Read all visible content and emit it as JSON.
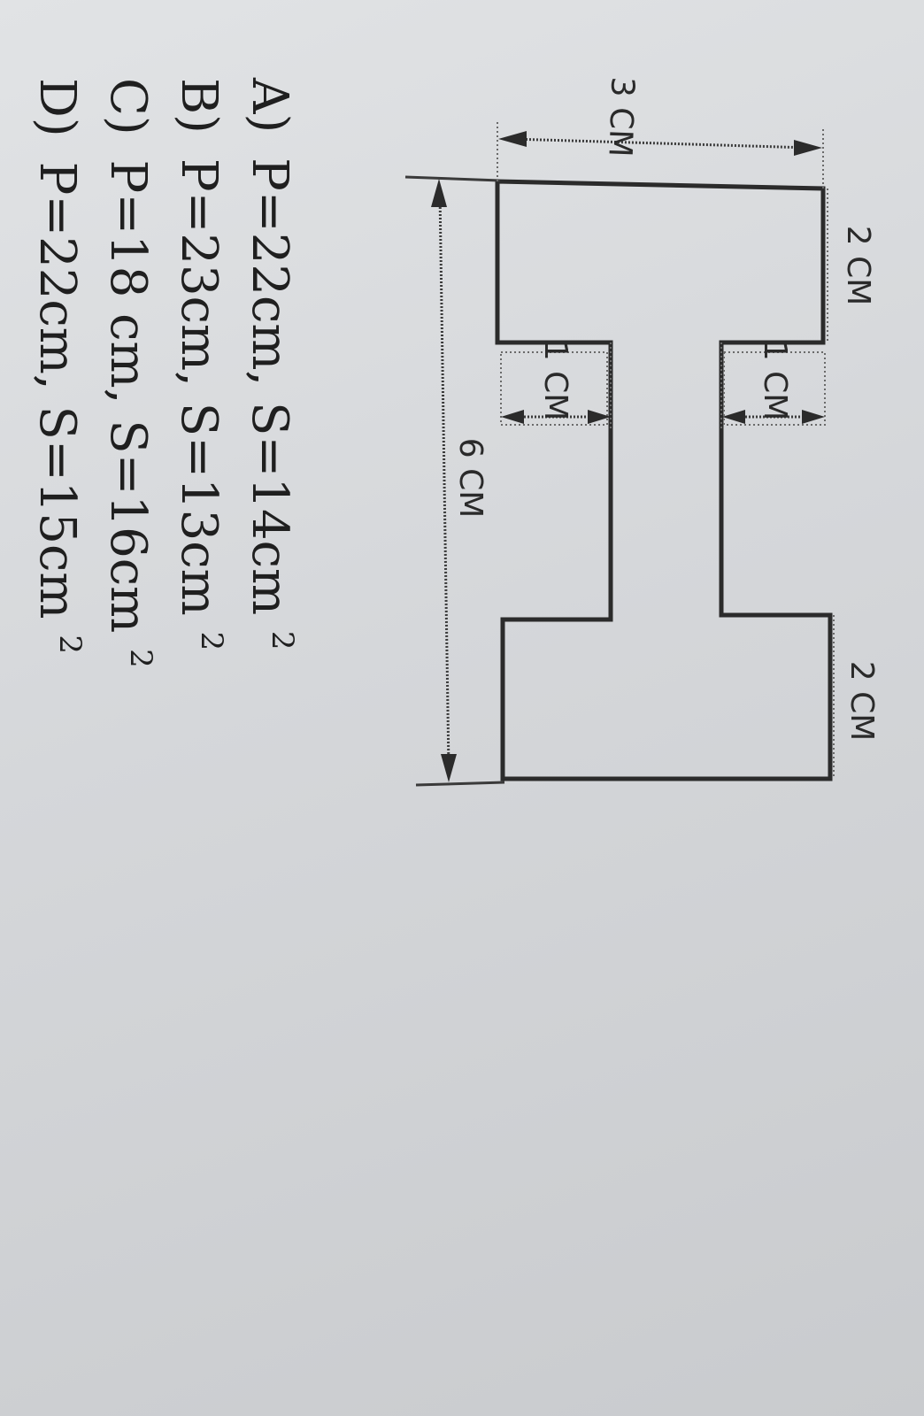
{
  "diagram": {
    "labels": {
      "top_width": "3 CM",
      "top_height": "2 CM",
      "notch_top": "1 CM",
      "notch_bottom": "1 CM",
      "total_height": "6 CM",
      "bottom_height": "2 CM"
    }
  },
  "options": [
    {
      "letter": "A)",
      "text": "P=22cm, S=14cm",
      "sup": "2"
    },
    {
      "letter": "B)",
      "text": "P=23cm, S=13cm",
      "sup": "2"
    },
    {
      "letter": "C)",
      "text": "P=18 cm, S=16cm",
      "sup": "2"
    },
    {
      "letter": "D)",
      "text": "P=22cm, S=15cm",
      "sup": "2"
    }
  ]
}
